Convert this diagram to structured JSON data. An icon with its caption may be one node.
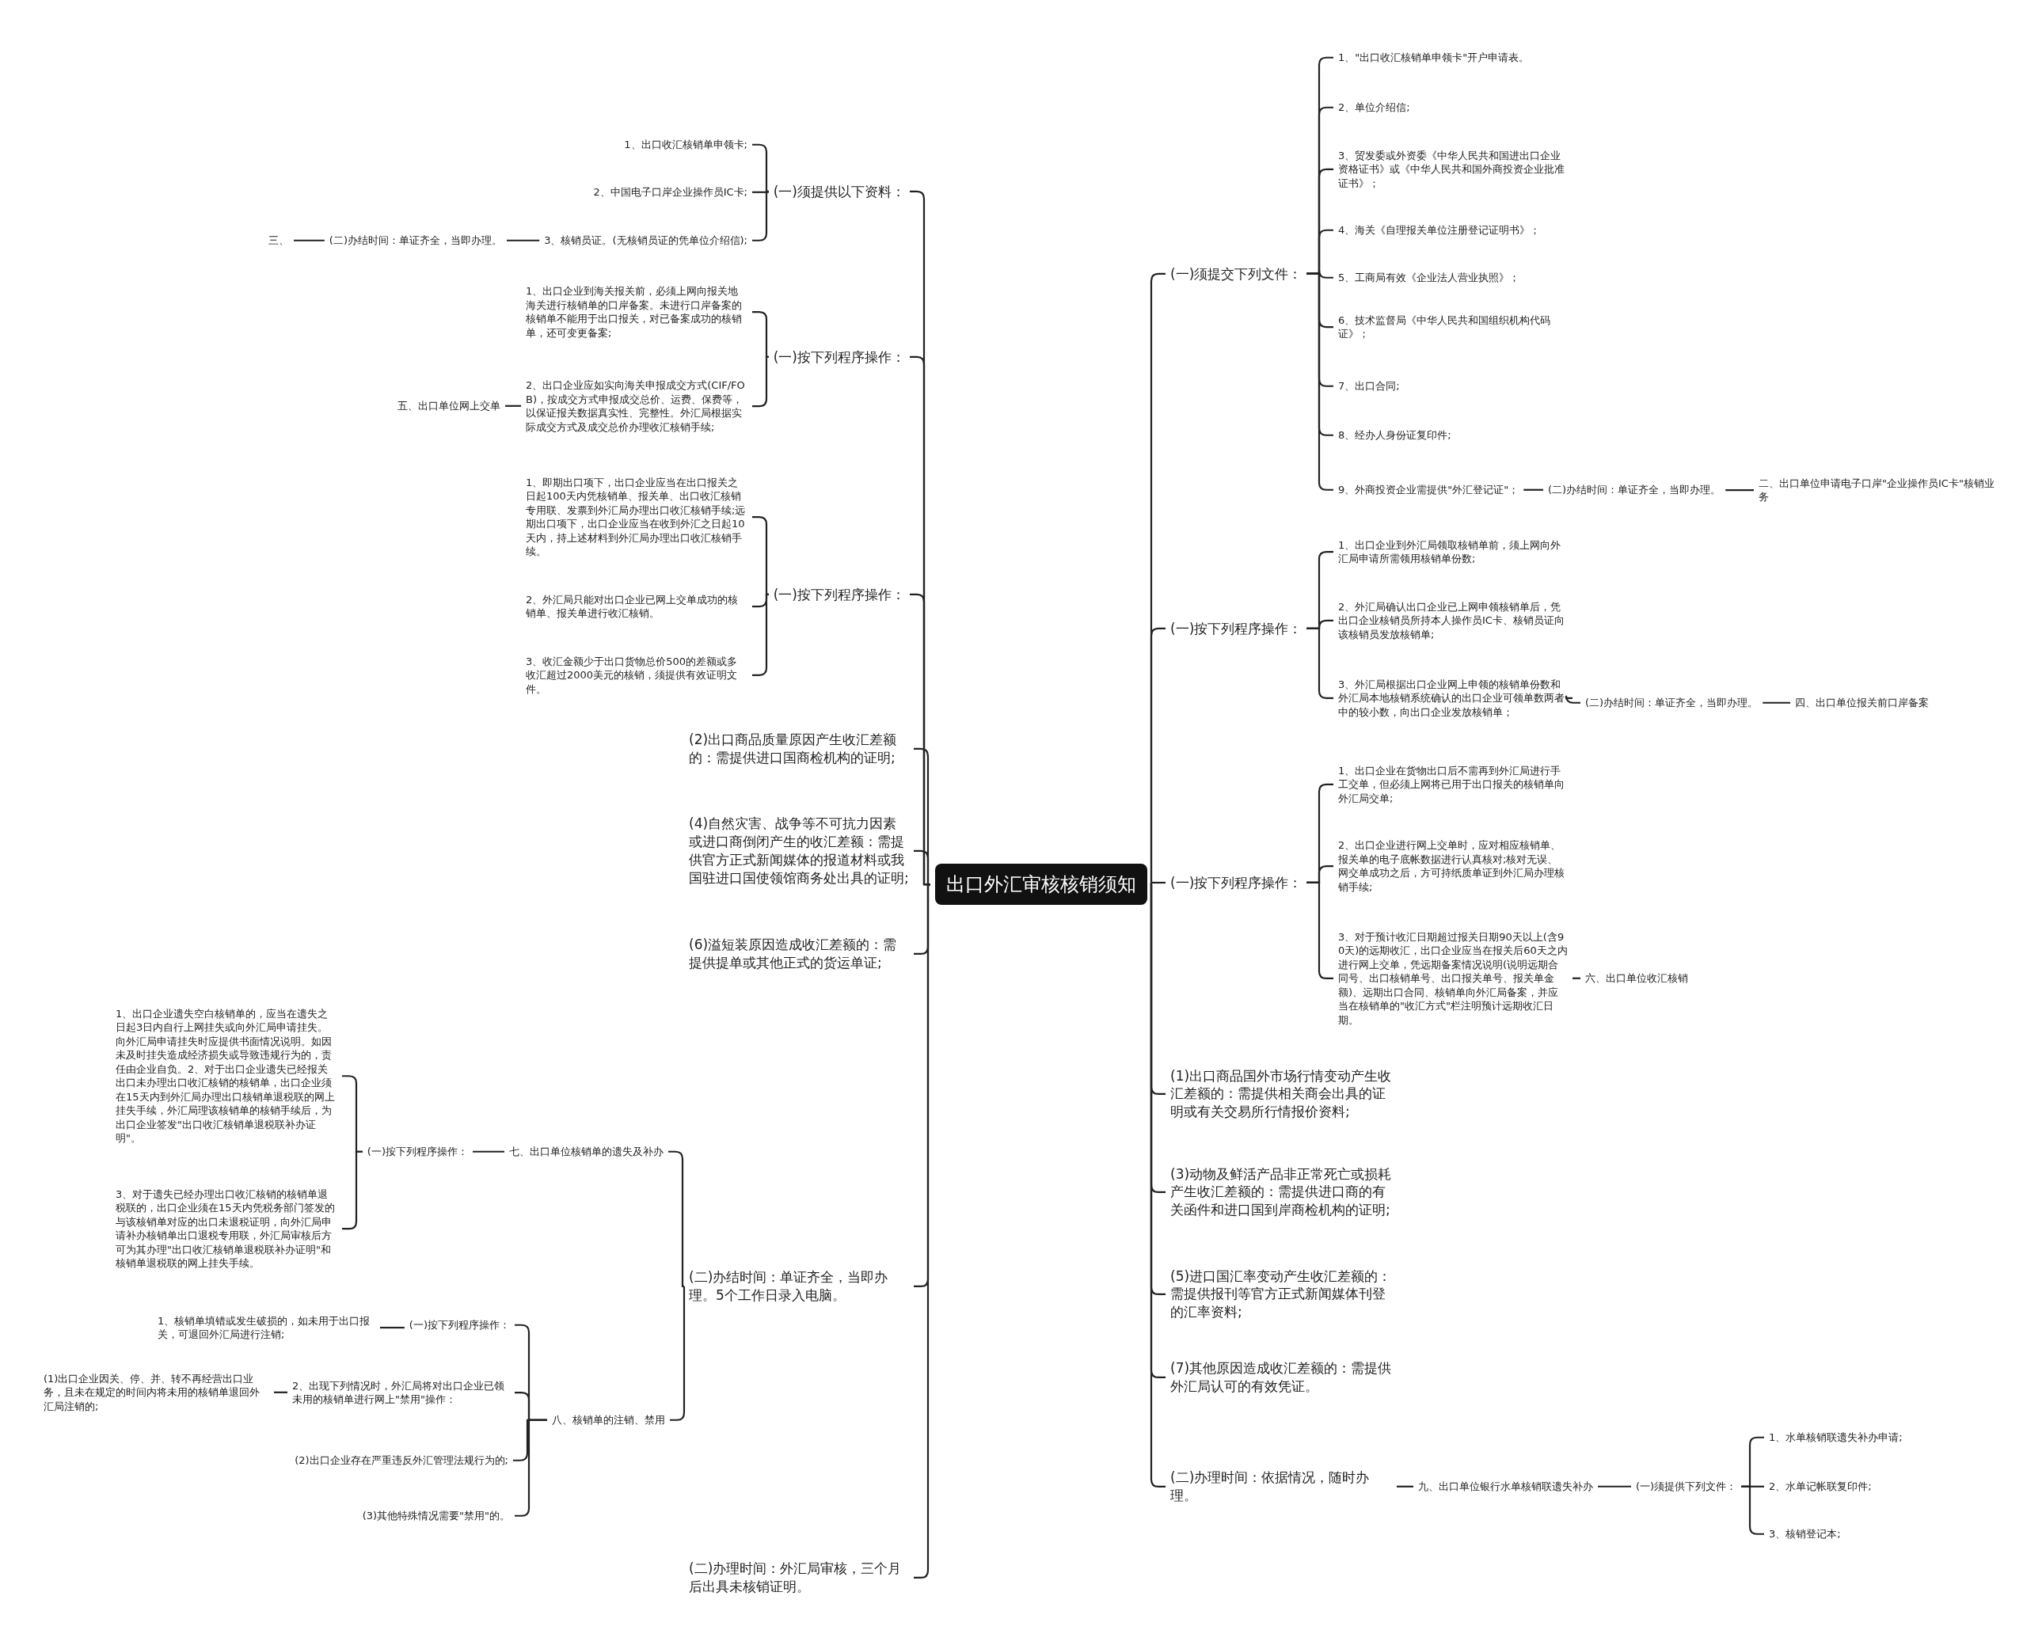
{
  "diagram": {
    "nodes": [
      {
        "text": [
          "出口外汇审核核销须知"
        ]
      },
      {
        "text": [
          "(一)须提交下列文件："
        ]
      },
      {
        "text": [
          "1、\"出口收汇核销单申领卡\"开户申请表。"
        ]
      },
      {
        "text": [
          "2、单位介绍信;"
        ]
      },
      {
        "text": [
          "3、贸发委或外资委《中华人民共和国进出口企业资格证书》或《中华人民共和国外商投资企业批准证书》；"
        ]
      },
      {
        "text": [
          "4、海关《自理报关单位注册登记证明书》；"
        ]
      },
      {
        "text": [
          "5、工商局有效《企业法人营业执照》；"
        ]
      },
      {
        "text": [
          "6、技术监督局《中华人民共和国组织机构代码证》；"
        ]
      },
      {
        "text": [
          "7、出口合同;"
        ]
      },
      {
        "text": [
          "8、经办人身份证复印件;"
        ]
      },
      {
        "text": [
          "9、外商投资企业需提供\"外汇登记证\"；"
        ]
      },
      {
        "text": [
          "(二)办结时间：单证齐全，当即办理。"
        ]
      },
      {
        "text": [
          "二、出口单位申请电子口岸\"企业操作员IC卡\"核销业务"
        ]
      },
      {
        "text": [
          "(一)按下列程序操作："
        ]
      },
      {
        "text": [
          "1、出口企业到外汇局领取核销单前，须上网向外汇局申请所需领用核销单份数;"
        ]
      },
      {
        "text": [
          "2、外汇局确认出口企业已上网申领核销单后，凭出口企业核销员所持本人操作员IC卡、核销员证向该核销员发放核销单;"
        ]
      },
      {
        "text": [
          "3、外汇局根据出口企业网上申领的核销单份数和外汇局本地核销系统确认的出口企业可领单数两者中的较小数，向出口企业发放核销单；"
        ]
      },
      {
        "text": [
          "(二)办结时间：单证齐全，当即办理。"
        ]
      },
      {
        "text": [
          "四、出口单位报关前口岸备案"
        ]
      },
      {
        "text": [
          "(一)按下列程序操作："
        ]
      },
      {
        "text": [
          "1、出口企业在货物出口后不需再到外汇局进行手工交单，但必须上网将已用于出口报关的核销单向外汇局交单;"
        ]
      },
      {
        "text": [
          "2、出口企业进行网上交单时，应对相应核销单、报关单的电子底帐数据进行认真核对;核对无误、网交单成功之后，方可持纸质单证到外汇局办理核销手续;"
        ]
      },
      {
        "text": [
          "3、对于预计收汇日期超过报关日期90天以上(含90天)的远期收汇，出口企业应当在报关后60天之内进行网上交单，凭远期备案情况说明(说明远期合同号、出口核销单号、出口报关单号、报关单金额)、远期出口合同、核销单向外汇局备案，并应当在核销单的\"收汇方式\"栏注明预计远期收汇日期。"
        ]
      },
      {
        "text": [
          "六、出口单位收汇核销"
        ]
      },
      {
        "text": [
          "(1)出口商品国外市场行情变动产生收汇差额的：需提供相关商会出具的证明或有关交易所行情报价资料;"
        ]
      },
      {
        "text": [
          "(3)动物及鲜活产品非正常死亡或损耗产生收汇差额的：需提供进口商的有关函件和进口国到岸商检机构的证明;"
        ]
      },
      {
        "text": [
          "(5)进口国汇率变动产生收汇差额的：需提供报刊等官方正式新闻媒体刊登的汇率资料;"
        ]
      },
      {
        "text": [
          "(7)其他原因造成收汇差额的：需提供外汇局认可的有效凭证。"
        ]
      },
      {
        "text": [
          "(二)办理时间：依据情况，随时办理。"
        ]
      },
      {
        "text": [
          "九、出口单位银行水单核销联遗失补办"
        ]
      },
      {
        "text": [
          "(一)须提供下列文件："
        ]
      },
      {
        "text": [
          "1、水单核销联遗失补办申请;"
        ]
      },
      {
        "text": [
          "2、水单记帐联复印件;"
        ]
      },
      {
        "text": [
          "3、核销登记本;"
        ]
      },
      {
        "text": [
          "(一)须提供以下资料："
        ]
      },
      {
        "text": [
          "1、出口收汇核销单申领卡;"
        ]
      },
      {
        "text": [
          "2、中国电子口岸企业操作员IC卡;"
        ]
      },
      {
        "text": [
          "3、核销员证。(无核销员证的凭单位介绍信);"
        ]
      },
      {
        "text": [
          "(二)办结时间：单证齐全，当即办理。"
        ]
      },
      {
        "text": [
          "三、"
        ]
      },
      {
        "text": [
          "(一)按下列程序操作："
        ]
      },
      {
        "text": [
          "1、出口企业到海关报关前，必须上网向报关地海关进行核销单的口岸备案。未进行口岸备案的核销单不能用于出口报关，对已备案成功的核销单，还可变更备案;"
        ]
      },
      {
        "text": [
          "2、出口企业应如实向海关申报成交方式(CIF/FOB)，按成交方式申报成交总价、运费、保费等，以保证报关数据真实性、完整性。外汇局根据实际成交方式及成交总价办理收汇核销手续;"
        ]
      },
      {
        "text": [
          "五、出口单位网上交单"
        ]
      },
      {
        "text": [
          "(一)按下列程序操作："
        ]
      },
      {
        "text": [
          "1、即期出口项下，出口企业应当在出口报关之日起100天内凭核销单、报关单、出口收汇核销专用联、发票到外汇局办理出口收汇核销手续;远期出口项下，出口企业应当在收到外汇之日起10天内，持上述材料到外汇局办理出口收汇核销手续。"
        ]
      },
      {
        "text": [
          "2、外汇局只能对出口企业已网上交单成功的核销单、报关单进行收汇核销。"
        ]
      },
      {
        "text": [
          "3、收汇金额少于出口货物总价500的差额或多收汇超过2000美元的核销，须提供有效证明文件。"
        ]
      },
      {
        "text": [
          "(2)出口商品质量原因产生收汇差额的：需提供进口国商检机构的证明;"
        ]
      },
      {
        "text": [
          "(4)自然灾害、战争等不可抗力因素或进口商倒闭产生的收汇差额：需提供官方正式新闻媒体的报道材料或我国驻进口国使领馆商务处出具的证明;"
        ]
      },
      {
        "text": [
          "(6)溢短装原因造成收汇差额的：需提供提单或其他正式的货运单证;"
        ]
      },
      {
        "text": [
          "(二)办结时间：单证齐全，当即办理。5个工作日录入电脑。"
        ]
      },
      {
        "text": [
          "七、出口单位核销单的遗失及补办"
        ]
      },
      {
        "text": [
          "(一)按下列程序操作："
        ]
      },
      {
        "text": [
          "1、出口企业遗失空白核销单的，应当在遗失之日起3日内自行上网挂失或向外汇局申请挂失。向外汇局申请挂失时应提供书面情况说明。如因未及时挂失造成经济损失或导致违规行为的，责任由企业自负。2、对于出口企业遗失已经报关出口未办理出口收汇核销的核销单，出口企业须在15天内到外汇局办理出口核销单退税联的网上挂失手续，外汇局理该核销单的核销手续后，为出口企业签发\"出口收汇核销单退税联补办证明\"。"
        ]
      },
      {
        "text": [
          "3、对于遗失已经办理出口收汇核销的核销单退税联的，出口企业须在15天内凭税务部门签发的与该核销单对应的出口未退税证明，向外汇局申请补办核销单出口退税专用联，外汇局审核后方可为其办理\"出口收汇核销单退税联补办证明\"和核销单退税联的网上挂失手续。"
        ]
      },
      {
        "text": [
          "八、核销单的注销、禁用"
        ]
      },
      {
        "text": [
          "(一)按下列程序操作："
        ]
      },
      {
        "text": [
          "1、核销单填错或发生破损的，如未用于出口报关，可退回外汇局进行注销;"
        ]
      },
      {
        "text": [
          "2、出现下列情况时，外汇局将对出口企业已领未用的核销单进行网上\"禁用\"操作："
        ]
      },
      {
        "text": [
          "(1)出口企业因关、停、并、转不再经营出口业务，且未在规定的时间内将未用的核销单退回外汇局注销的;"
        ]
      },
      {
        "text": [
          "(2)出口企业存在严重违反外汇管理法规行为的;"
        ]
      },
      {
        "text": [
          "(3)其他特殊情况需要\"禁用\"的。"
        ]
      },
      {
        "text": [
          "(二)办理时间：外汇局审核，三个月后出具未核销证明。"
        ]
      }
    ],
    "edges": [
      {
        "from": 0,
        "to": 1,
        "arrow": "none"
      },
      {
        "from": 1,
        "to": 2,
        "arrow": "none"
      },
      {
        "from": 1,
        "to": 3,
        "arrow": "none"
      },
      {
        "from": 1,
        "to": 4,
        "arrow": "none"
      },
      {
        "from": 1,
        "to": 5,
        "arrow": "none"
      },
      {
        "from": 1,
        "to": 6,
        "arrow": "none"
      },
      {
        "from": 1,
        "to": 7,
        "arrow": "none"
      },
      {
        "from": 1,
        "to": 8,
        "arrow": "none"
      },
      {
        "from": 1,
        "to": 9,
        "arrow": "none"
      },
      {
        "from": 1,
        "to": 10,
        "arrow": "none"
      },
      {
        "from": 10,
        "to": 11,
        "arrow": "none"
      },
      {
        "from": 11,
        "to": 12,
        "arrow": "none"
      },
      {
        "from": 0,
        "to": 13,
        "arrow": "none"
      },
      {
        "from": 13,
        "to": 14,
        "arrow": "none"
      },
      {
        "from": 13,
        "to": 15,
        "arrow": "none"
      },
      {
        "from": 13,
        "to": 16,
        "arrow": "none"
      },
      {
        "from": 16,
        "to": 17,
        "arrow": "none"
      },
      {
        "from": 17,
        "to": 18,
        "arrow": "none"
      },
      {
        "from": 0,
        "to": 19,
        "arrow": "none"
      },
      {
        "from": 19,
        "to": 20,
        "arrow": "none"
      },
      {
        "from": 19,
        "to": 21,
        "arrow": "none"
      },
      {
        "from": 19,
        "to": 22,
        "arrow": "none"
      },
      {
        "from": 22,
        "to": 23,
        "arrow": "none"
      },
      {
        "from": 0,
        "to": 24,
        "arrow": "none"
      },
      {
        "from": 0,
        "to": 25,
        "arrow": "none"
      },
      {
        "from": 0,
        "to": 26,
        "arrow": "none"
      },
      {
        "from": 0,
        "to": 27,
        "arrow": "none"
      },
      {
        "from": 0,
        "to": 28,
        "arrow": "none"
      },
      {
        "from": 28,
        "to": 29,
        "arrow": "none"
      },
      {
        "from": 29,
        "to": 30,
        "arrow": "none"
      },
      {
        "from": 30,
        "to": 31,
        "arrow": "none"
      },
      {
        "from": 30,
        "to": 32,
        "arrow": "none"
      },
      {
        "from": 30,
        "to": 33,
        "arrow": "none"
      },
      {
        "from": 0,
        "to": 34,
        "arrow": "none"
      },
      {
        "from": 34,
        "to": 35,
        "arrow": "none"
      },
      {
        "from": 34,
        "to": 36,
        "arrow": "none"
      },
      {
        "from": 34,
        "to": 37,
        "arrow": "none"
      },
      {
        "from": 37,
        "to": 38,
        "arrow": "none"
      },
      {
        "from": 38,
        "to": 39,
        "arrow": "none"
      },
      {
        "from": 0,
        "to": 40,
        "arrow": "none"
      },
      {
        "from": 40,
        "to": 41,
        "arrow": "none"
      },
      {
        "from": 40,
        "to": 42,
        "arrow": "none"
      },
      {
        "from": 42,
        "to": 43,
        "arrow": "none"
      },
      {
        "from": 0,
        "to": 44,
        "arrow": "none"
      },
      {
        "from": 44,
        "to": 45,
        "arrow": "none"
      },
      {
        "from": 44,
        "to": 46,
        "arrow": "none"
      },
      {
        "from": 44,
        "to": 47,
        "arrow": "none"
      },
      {
        "from": 0,
        "to": 48,
        "arrow": "none"
      },
      {
        "from": 0,
        "to": 49,
        "arrow": "none"
      },
      {
        "from": 0,
        "to": 50,
        "arrow": "none"
      },
      {
        "from": 0,
        "to": 51,
        "arrow": "none"
      },
      {
        "from": 51,
        "to": 52,
        "arrow": "none"
      },
      {
        "from": 52,
        "to": 53,
        "arrow": "none"
      },
      {
        "from": 53,
        "to": 54,
        "arrow": "none"
      },
      {
        "from": 53,
        "to": 55,
        "arrow": "none"
      },
      {
        "from": 51,
        "to": 56,
        "arrow": "none"
      },
      {
        "from": 56,
        "to": 57,
        "arrow": "none"
      },
      {
        "from": 57,
        "to": 58,
        "arrow": "none"
      },
      {
        "from": 56,
        "to": 59,
        "arrow": "none"
      },
      {
        "from": 59,
        "to": 60,
        "arrow": "none"
      },
      {
        "from": 56,
        "to": 61,
        "arrow": "none"
      },
      {
        "from": 56,
        "to": 62,
        "arrow": "none"
      },
      {
        "from": 0,
        "to": 63,
        "arrow": "none"
      }
    ]
  }
}
